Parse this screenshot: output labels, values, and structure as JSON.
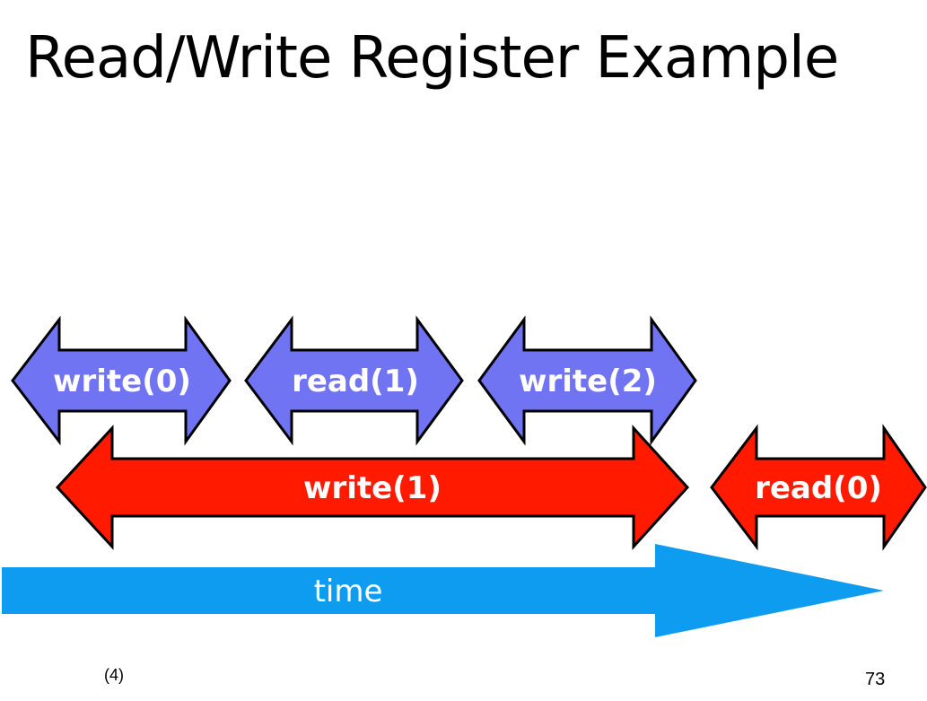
{
  "slide": {
    "title": "Read/Write Register Example",
    "footer_left": "(4)",
    "page_number": "73"
  },
  "colors": {
    "thread_a": "#7073f2",
    "thread_b": "#ff1a00",
    "time": "#0e9cf0",
    "outline": "#000000",
    "label_text": "#ffffff"
  },
  "operations": [
    {
      "label": "write(0)",
      "thread": "A"
    },
    {
      "label": "read(1)",
      "thread": "A"
    },
    {
      "label": "write(2)",
      "thread": "A"
    },
    {
      "label": "write(1)",
      "thread": "B"
    },
    {
      "label": "read(0)",
      "thread": "B"
    }
  ],
  "timeline": {
    "label": "time"
  }
}
